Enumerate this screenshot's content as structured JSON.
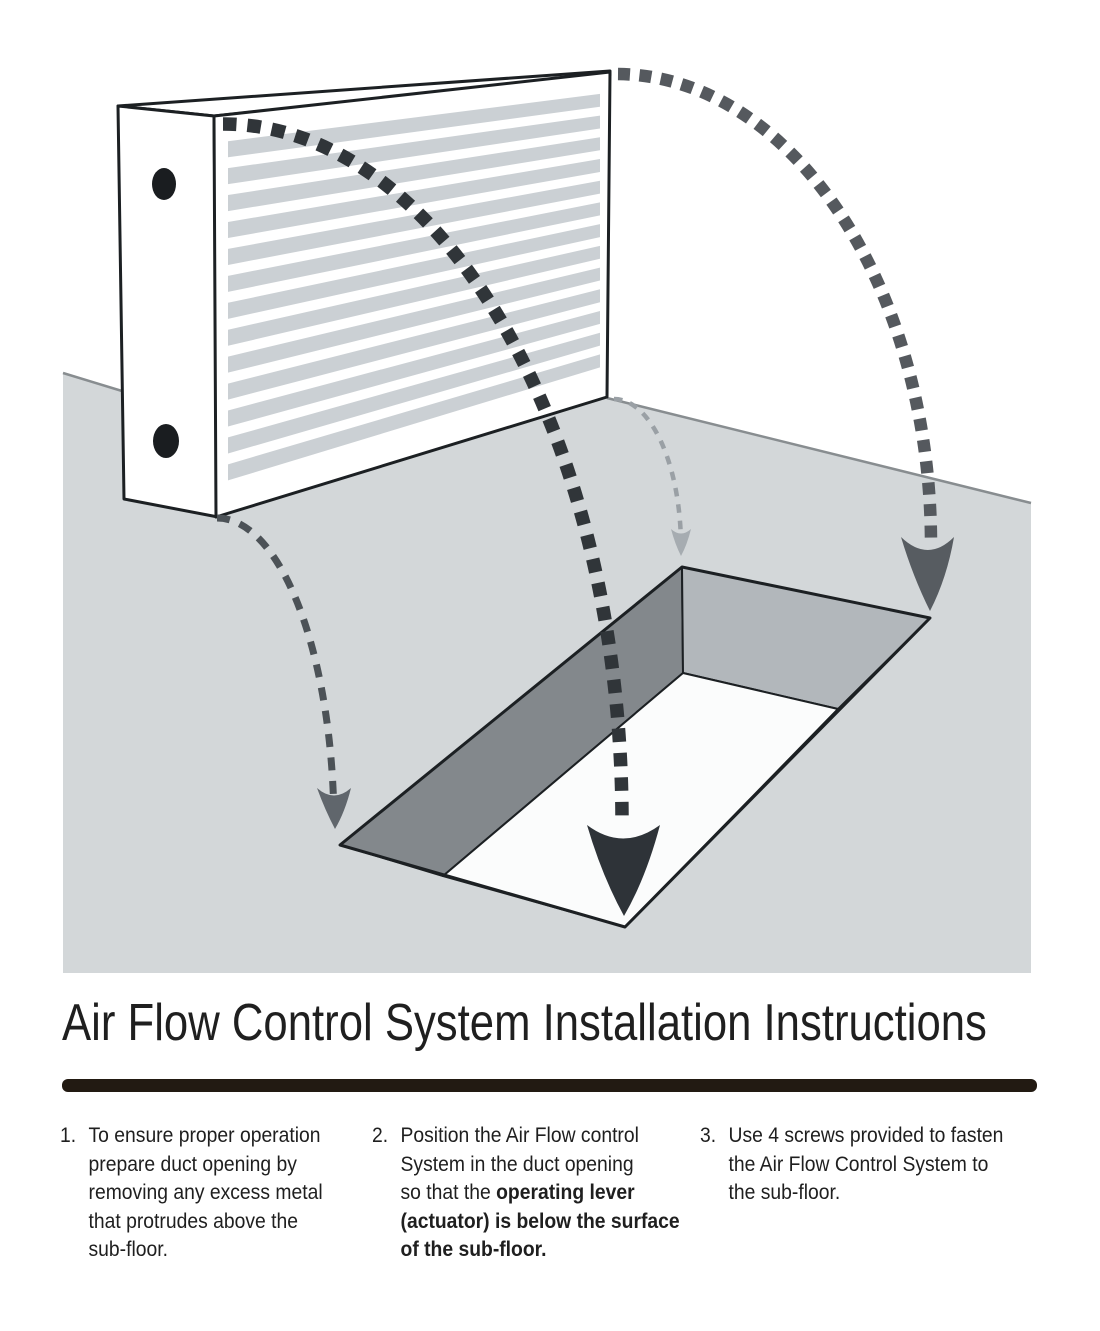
{
  "title": "Air Flow Control System Installation Instructions",
  "steps": [
    {
      "number": "1.",
      "parts": [
        {
          "text": "To ensure proper operation\nprepare duct opening by\nremoving any excess metal\nthat protrudes above the\nsub-floor.",
          "bold": false
        }
      ]
    },
    {
      "number": "2.",
      "parts": [
        {
          "text": "Position the Air Flow control\nSystem in the duct opening\nso that the ",
          "bold": false
        },
        {
          "text": "operating lever\n(actuator) is below the surface\nof the sub-floor.",
          "bold": true
        }
      ]
    },
    {
      "number": "3.",
      "parts": [
        {
          "text": "Use 4 screws provided to fasten\nthe Air Flow Control System to\nthe sub-floor.",
          "bold": false
        }
      ]
    }
  ],
  "illustration": {
    "description": "Air flow control unit above sub-floor duct opening with dashed installation paths",
    "louver_count": 13,
    "palette": {
      "floor": "#d3d7d9",
      "floor_edge": "#888d90",
      "hole_back_wall": "#83888c",
      "hole_right_wall": "#b2b7bb",
      "hole_bottom": "#fbfcfc",
      "box_fill": "#ffffff",
      "louver": "#cbd0d4",
      "screw_hole": "#1a1d20",
      "outline": "#1c2023",
      "dash_dark": "#303539",
      "dash_mid": "#55595e",
      "dash_thin": "#4c5257",
      "dash_faint": "#9aa0a5",
      "arrow_dark": "#2e3338",
      "arrow_mid": "#575c61",
      "arrow_small": "#60666c",
      "arrow_faint": "#a6acb1",
      "text": "#1f1f1f",
      "rule": "#221a12"
    }
  }
}
